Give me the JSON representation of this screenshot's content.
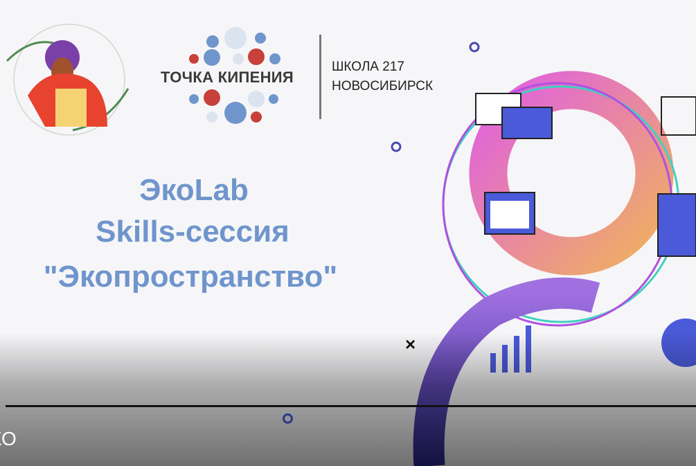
{
  "logo": {
    "name": "ТОЧКА КИПЕНИЯ",
    "school_line1": "ШКОЛА 217",
    "school_line2": "НОВОСИБИРСК"
  },
  "slide": {
    "title_lines": [
      "ЭкоLab",
      "Skills-сессия",
      "\"Экопространство\""
    ]
  },
  "player": {
    "caption": "КО",
    "close_icon": "×"
  },
  "colors": {
    "title": "#6f95cc",
    "logo_red": "#c8403a",
    "logo_blue": "#6f95cc",
    "accent_magenta": "#e060e0",
    "accent_purple": "#6a4ac8"
  }
}
